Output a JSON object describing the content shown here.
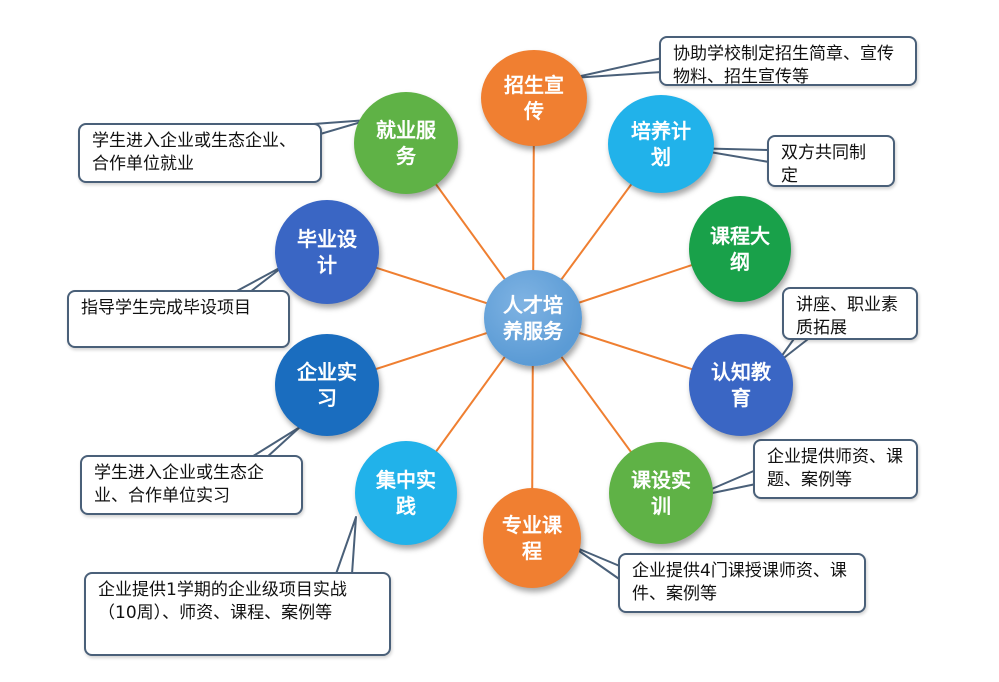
{
  "center": {
    "label": "人才培养服务",
    "color": "#5b9bd5"
  },
  "nodes": [
    {
      "id": "recruit",
      "label": "招生宣传",
      "color": "#f07f31"
    },
    {
      "id": "plan",
      "label": "培养计划",
      "color": "#21b2ea"
    },
    {
      "id": "syllabus",
      "label": "课程大纲",
      "color": "#19a14a"
    },
    {
      "id": "cognition",
      "label": "认知教育",
      "color": "#3a66c4"
    },
    {
      "id": "training",
      "label": "课设实训",
      "color": "#5fb246"
    },
    {
      "id": "course",
      "label": "专业课程",
      "color": "#f07f31"
    },
    {
      "id": "practice",
      "label": "集中实践",
      "color": "#21b2ea"
    },
    {
      "id": "internship",
      "label": "企业实习",
      "color": "#1a6dbf"
    },
    {
      "id": "thesis",
      "label": "毕业设计",
      "color": "#3a66c4"
    },
    {
      "id": "employment",
      "label": "就业服务",
      "color": "#5fb246"
    }
  ],
  "callouts": {
    "recruit": "协助学校制定招生简章、宣传物料、招生宣传等",
    "plan": "双方共同制定",
    "cognition": "讲座、职业素质拓展",
    "training": "企业提供师资、课题、案例等",
    "course": "企业提供4门课授课师资、课件、案例等",
    "practice": "企业提供1学期的企业级项目实战（10周）、师资、课程、案例等",
    "internship": "学生进入企业或生态企业、合作单位实习",
    "thesis": "指导学生完成毕设项目",
    "employment": "学生进入企业或生态企业、合作单位就业"
  },
  "colors": {
    "connector": "#ef7f31",
    "callout_border": "#4a6079"
  }
}
